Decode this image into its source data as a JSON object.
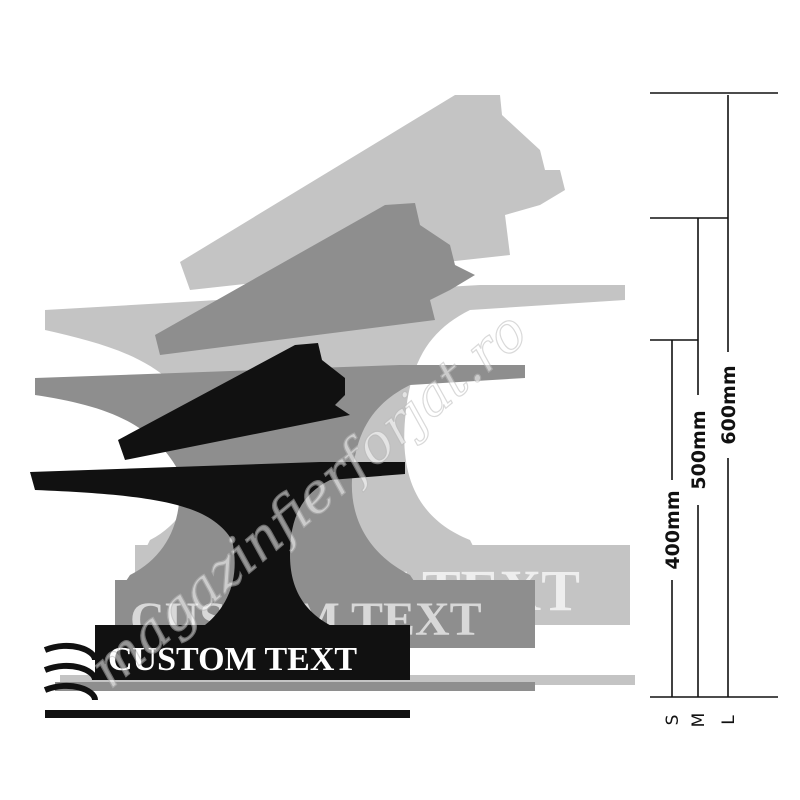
{
  "product": {
    "plate_text": "CUSTOM TEXT",
    "colors": {
      "large": "#c4c4c4",
      "medium": "#8e8e8e",
      "small": "#111111"
    }
  },
  "dimensions": {
    "small": {
      "size": "S",
      "height": "400mm"
    },
    "medium": {
      "size": "M",
      "height": "500mm"
    },
    "large": {
      "size": "L",
      "height": "600mm"
    }
  },
  "watermark": "magazinfierforjat.ro"
}
